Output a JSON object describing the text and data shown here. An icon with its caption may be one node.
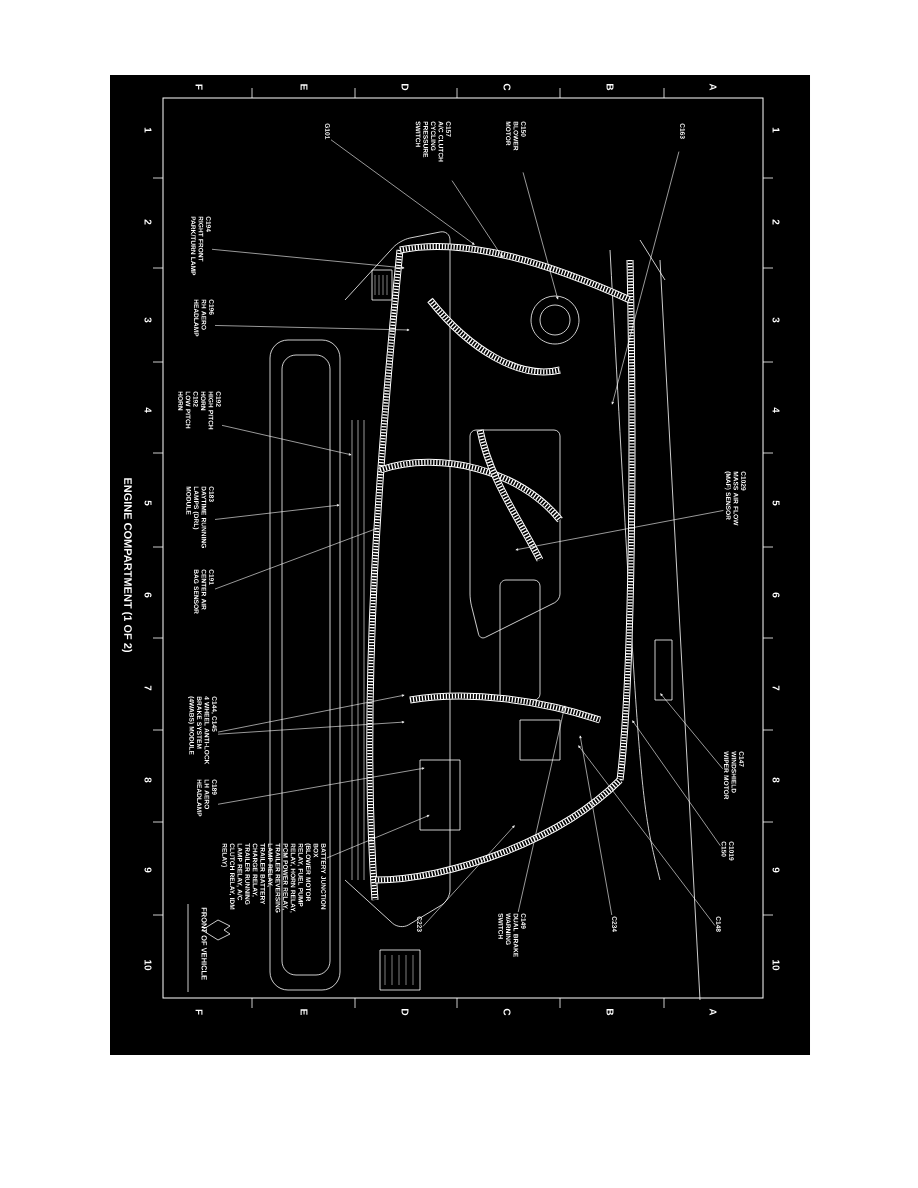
{
  "diagram": {
    "title": "ENGINE COMPARTMENT (1 OF 2)",
    "nodes": [
      {
        "text": [
          "C163"
        ]
      },
      {
        "text": [
          "C150",
          "BLOWER MOTOR"
        ]
      },
      {
        "text": [
          "C157",
          "A/C CLUTCH CYCLING PRESSURE SWITCH"
        ]
      },
      {
        "text": [
          "G101"
        ]
      },
      {
        "text": [
          "C194",
          "RIGHT FRONT PARK/TURN LAMP"
        ]
      },
      {
        "text": [
          "C196",
          "RH AERO HEADLAMP"
        ]
      },
      {
        "text": [
          "C192",
          "HIGH PITCH HORN",
          "C192",
          "LOW PITCH HORN"
        ]
      },
      {
        "text": [
          "C183",
          "DAYTIME RUNNING LAMPS (DRL) MODULE"
        ]
      },
      {
        "text": [
          "C191",
          "CENTER AIR BAG SENSOR"
        ]
      },
      {
        "text": [
          "C144, C145",
          "4 WHEEL ANTI-LOCK BRAKE SYSTEM (4WABS) MODULE"
        ]
      },
      {
        "text": [
          "C189",
          "LH AERO HEADLAMP"
        ]
      },
      {
        "text": [
          "BATTERY JUNCTION BOX",
          "(BLOWER MOTOR RELAY, FUEL PUMP RELAY, HORN RELAY, PCM POWER RELAY, TRAILER REVERSING LAMP RELAY, TRAILER BATTERY CHARGE RELAY, TRAILER RUNNING LAMP RELAY, A/C CLUTCH RELAY, IDM RELAY)"
        ]
      },
      {
        "text": [
          "C223"
        ]
      },
      {
        "text": [
          "C149",
          "DUAL BRAKE WARNING SWITCH"
        ]
      },
      {
        "text": [
          "C234"
        ]
      },
      {
        "text": [
          "C148"
        ]
      },
      {
        "text": [
          "C1019",
          "C150"
        ]
      },
      {
        "text": [
          "C147",
          "WINDSHIELD WIPER MOTOR"
        ]
      },
      {
        "text": [
          "C1029",
          "MASS AIR FLOW (MAF) SENSOR"
        ]
      }
    ],
    "edges": [
      {
        "from": 0,
        "to": null,
        "arrow": "to"
      },
      {
        "from": 1,
        "to": null,
        "arrow": "to"
      },
      {
        "from": 2,
        "to": null,
        "arrow": "to"
      },
      {
        "from": 3,
        "to": null,
        "arrow": "to"
      },
      {
        "from": 4,
        "to": null,
        "arrow": "to"
      },
      {
        "from": 5,
        "to": null,
        "arrow": "to"
      },
      {
        "from": 6,
        "to": null,
        "arrow": "to"
      },
      {
        "from": 7,
        "to": null,
        "arrow": "to"
      },
      {
        "from": 8,
        "to": null,
        "arrow": "to"
      },
      {
        "from": 9,
        "to": null,
        "arrow": "to"
      },
      {
        "from": 9,
        "to": null,
        "arrow": "to"
      },
      {
        "from": 10,
        "to": null,
        "arrow": "to"
      },
      {
        "from": 11,
        "to": null,
        "arrow": "to"
      },
      {
        "from": 12,
        "to": null,
        "arrow": "to"
      },
      {
        "from": 13,
        "to": null,
        "arrow": "to"
      },
      {
        "from": 14,
        "to": null,
        "arrow": "to"
      },
      {
        "from": 15,
        "to": null,
        "arrow": "to"
      },
      {
        "from": 16,
        "to": null,
        "arrow": "to"
      },
      {
        "from": 17,
        "to": null,
        "arrow": "to"
      },
      {
        "from": 18,
        "to": null,
        "arrow": "to"
      }
    ],
    "labels": [
      "A",
      "B",
      "C",
      "D",
      "E",
      "F",
      "1",
      "2",
      "3",
      "4",
      "5",
      "6",
      "7",
      "8",
      "9",
      "10",
      "1",
      "2",
      "3",
      "4",
      "5",
      "6",
      "7",
      "8",
      "9",
      "10",
      "A",
      "B",
      "C",
      "D",
      "E",
      "F",
      "FRONT OF VEHICLE"
    ]
  }
}
